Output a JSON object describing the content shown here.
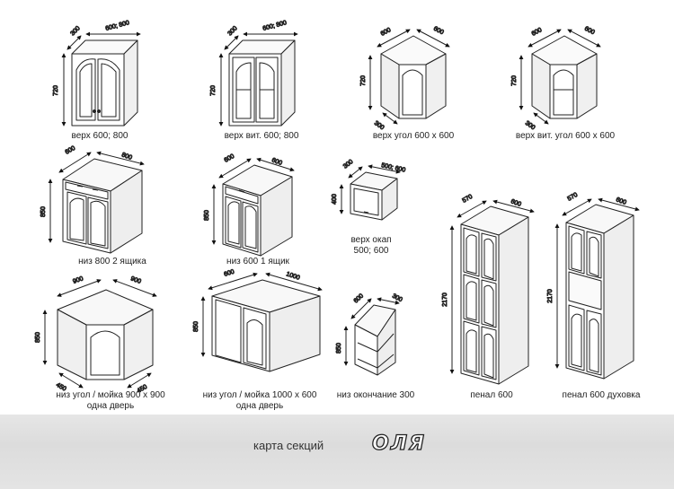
{
  "captions": {
    "wall_600_800": "верх 600; 800",
    "wall_glass": "верх вит. 600; 800",
    "wall_corner": "верх угол 600 х 600",
    "wall_glass_corner": "верх вит. угол 600 х 600",
    "base_800_drawers": "низ 800 2 ящика",
    "base_600_drawer": "низ 600 1 ящик",
    "hood": [
      "верх окап",
      "500; 600"
    ],
    "base_corner_900": [
      "низ угол / мойка 900 х 900",
      "одна дверь"
    ],
    "base_corner_1000": [
      "низ угол / мойка 1000 х 600",
      "одна дверь"
    ],
    "base_end": "низ окончание 300",
    "tall": "пенал 600",
    "tall_oven": "пенал 600 духовка"
  },
  "dimensions": {
    "wall_600_800": {
      "depth": "300",
      "width": "600; 800",
      "height": "720"
    },
    "wall_glass": {
      "depth": "300",
      "width": "600; 800",
      "height": "720"
    },
    "wall_corner": {
      "left": "600",
      "right": "600",
      "height": "720",
      "depth": "300"
    },
    "wall_glass_corner": {
      "left": "600",
      "right": "600",
      "height": "720",
      "depth": "300"
    },
    "base_800_drawers": {
      "depth": "600",
      "width": "800",
      "height": "850"
    },
    "base_600_drawer": {
      "depth": "600",
      "width": "600",
      "height": "850"
    },
    "hood": {
      "depth": "300",
      "width": "500; 600",
      "height": "400"
    },
    "base_corner_900": {
      "left": "900",
      "right": "900",
      "height": "850",
      "depth_left": "450",
      "depth_right": "450"
    },
    "base_corner_1000": {
      "depth": "600",
      "width": "1000",
      "height": "850"
    },
    "base_end": {
      "depth": "600",
      "width": "300",
      "height": "850"
    },
    "tall": {
      "depth": "570",
      "width": "600",
      "height": "2170"
    },
    "tall_oven": {
      "depth": "570",
      "width": "600",
      "height": "2170"
    }
  },
  "footer": {
    "label": "карта секций",
    "brand": "ОЛЯ"
  }
}
